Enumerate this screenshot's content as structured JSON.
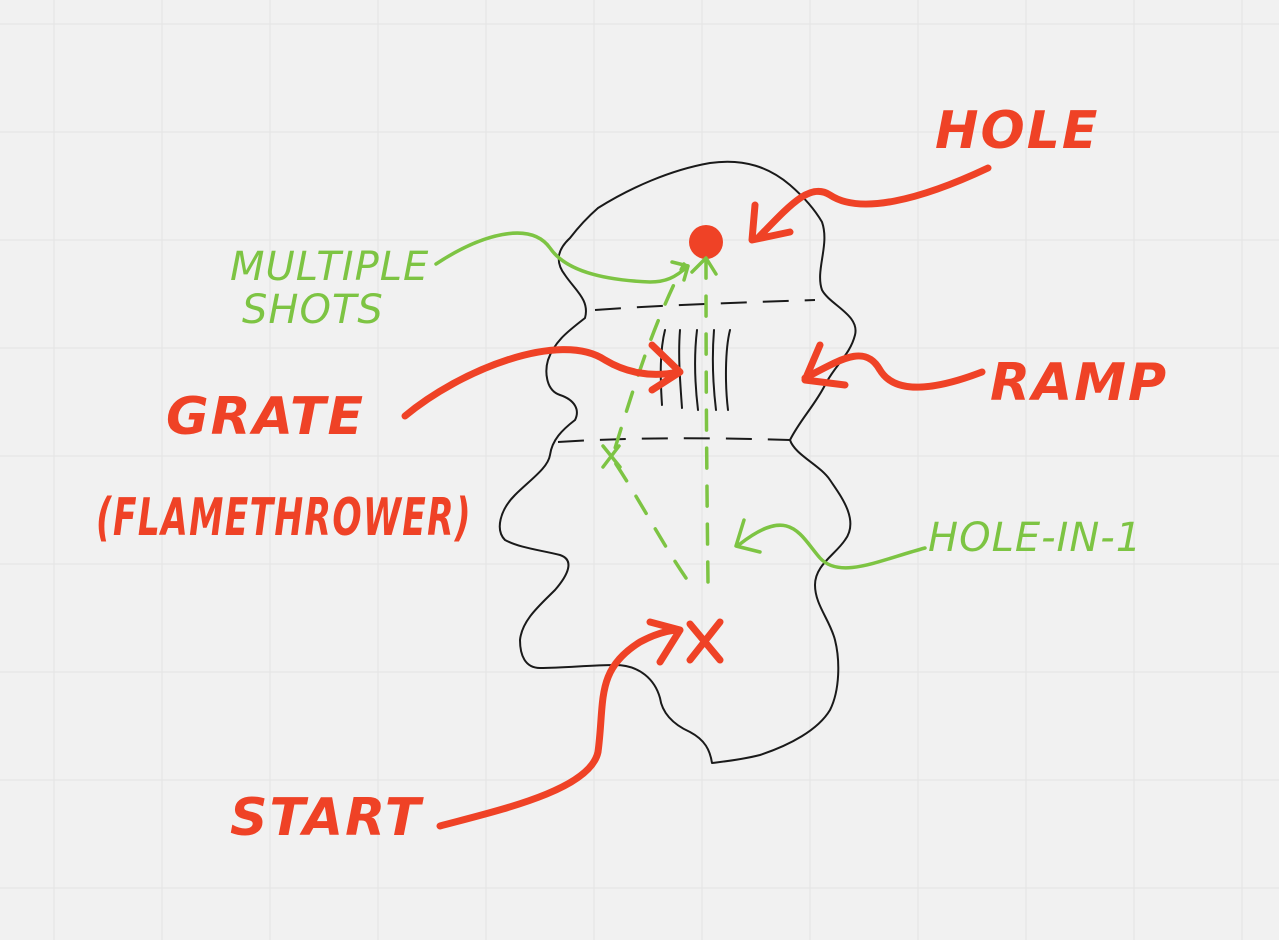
{
  "labels": {
    "hole": "HOLE",
    "ramp": "RAMP",
    "grate": "GRATE",
    "flamethrower": "(FLAMETHROWER)",
    "start": "START",
    "multiple_shots_line1": "MULTIPLE",
    "multiple_shots_line2": "SHOTS",
    "hole_in_one": "HOLE-IN-1"
  },
  "colors": {
    "background": "#f1f1f1",
    "grid": "#e4e4e4",
    "annotation_red": "#ef4226",
    "annotation_green": "#7dc443",
    "outline": "#1a1a1a"
  }
}
